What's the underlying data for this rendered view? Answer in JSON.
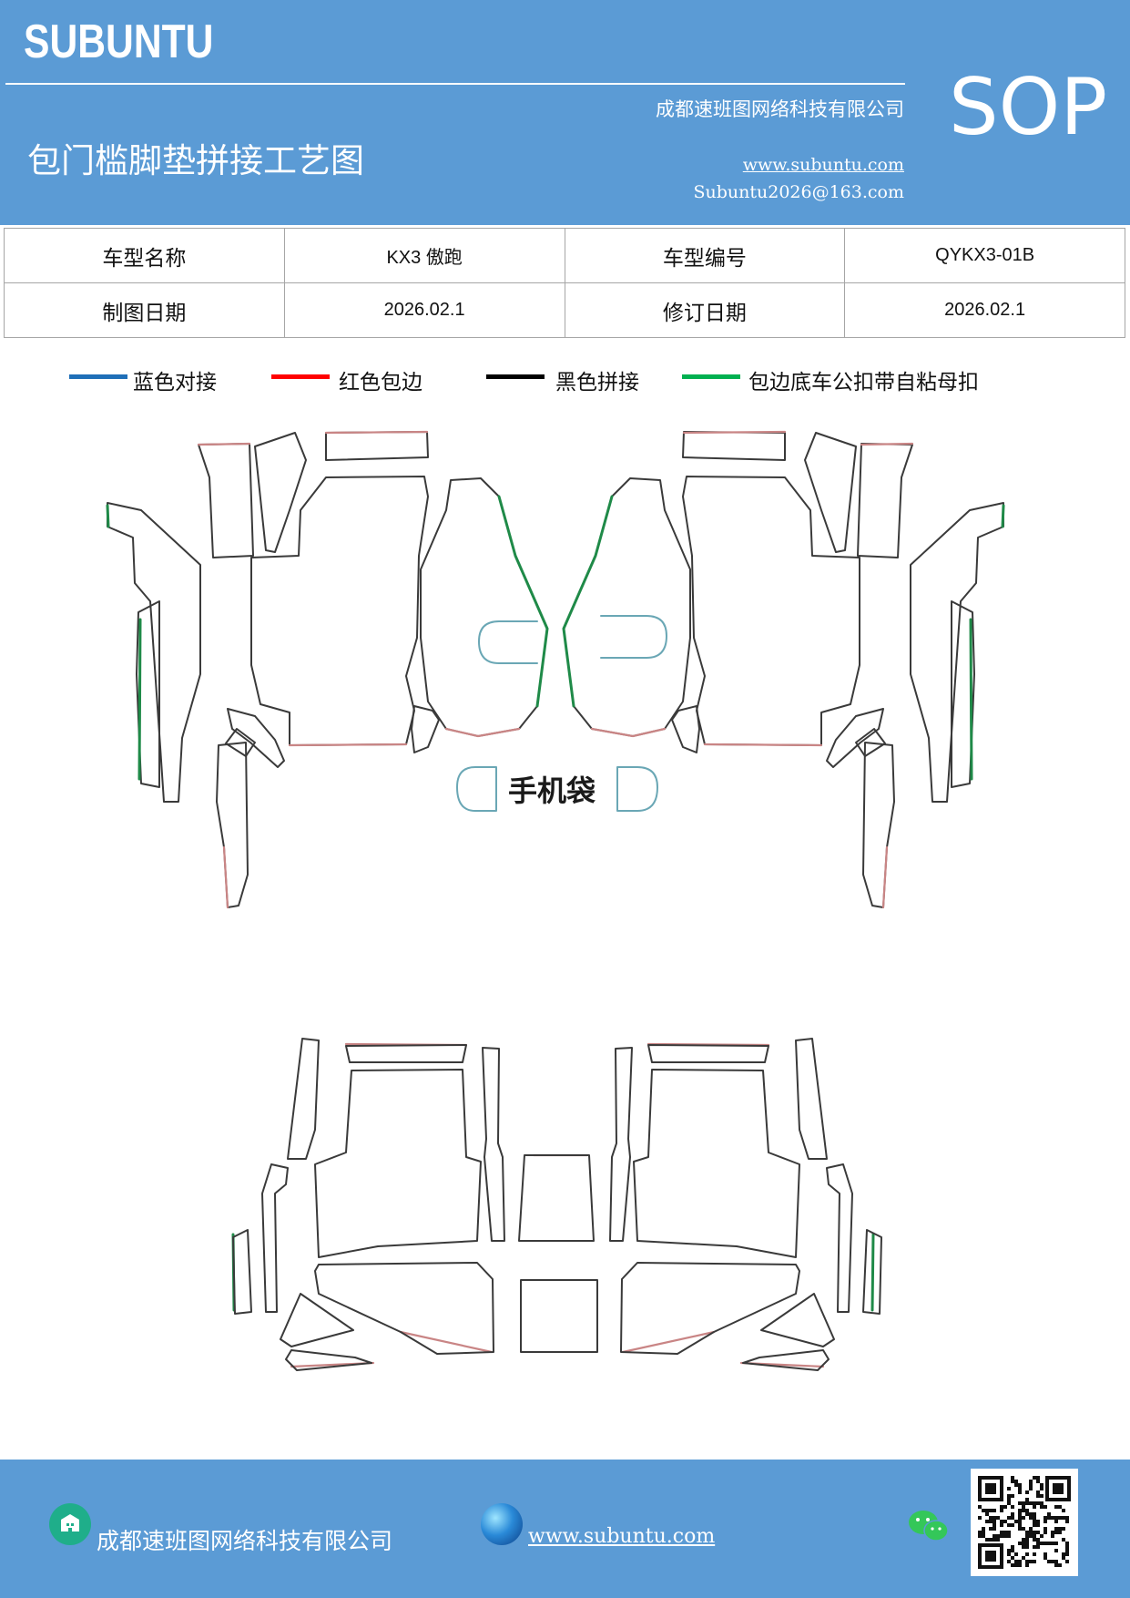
{
  "header": {
    "brand": "SUBUNTU",
    "company": "成都速班图网络科技有限公司",
    "title": "包门槛脚垫拼接工艺图",
    "website": "www.subuntu.com",
    "email": "Subuntu2026@163.com",
    "badge": "SOP"
  },
  "info_table": {
    "rows": [
      [
        "车型名称",
        "KX3 傲跑",
        "车型编号",
        "QYKX3-01B"
      ],
      [
        "制图日期",
        "2026.02.1",
        "修订日期",
        "2026.02.1"
      ]
    ]
  },
  "legend": [
    {
      "label": "蓝色对接",
      "color": "#1f6fb8"
    },
    {
      "label": "红色包边",
      "color": "#ff0000"
    },
    {
      "label": "黑色拼接",
      "color": "#000000"
    },
    {
      "label": "包边底车公扣带自粘母扣",
      "color": "#00b050"
    }
  ],
  "diagram": {
    "pocket_label": "手机袋",
    "colors": {
      "outline": "#3a3a3a",
      "edge": "#c98585",
      "green": "#1f8a48",
      "blue": "#6aa7b5"
    }
  },
  "footer": {
    "company": "成都速班图网络科技有限公司",
    "website": "www.subuntu.com"
  }
}
